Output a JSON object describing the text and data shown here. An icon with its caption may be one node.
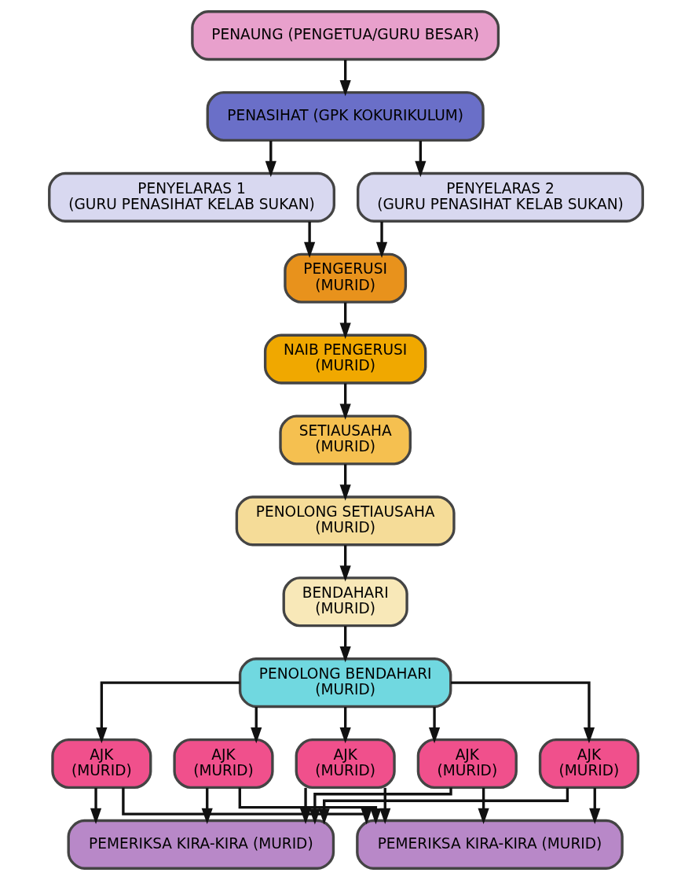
{
  "diagram": {
    "nodes": [
      {
        "text": [
          "PENAUNG (PENGETUA/GURU BESAR)"
        ]
      },
      {
        "text": [
          "PENASIHAT (GPK KOKURIKULUM)"
        ]
      },
      {
        "text": [
          "PENYELARAS 1",
          "(GURU PENASIHAT KELAB SUKAN)"
        ]
      },
      {
        "text": [
          "PENYELARAS 2",
          "(GURU PENASIHAT KELAB SUKAN)"
        ]
      },
      {
        "text": [
          "PENGERUSI",
          "(MURID)"
        ]
      },
      {
        "text": [
          "NAIB PENGERUSI",
          "(MURID)"
        ]
      },
      {
        "text": [
          "SETIAUSAHA",
          "(MURID)"
        ]
      },
      {
        "text": [
          "PENOLONG SETIAUSAHA",
          "(MURID)"
        ]
      },
      {
        "text": [
          "BENDAHARI",
          "(MURID)"
        ]
      },
      {
        "text": [
          "PENOLONG BENDAHARI",
          "(MURID)"
        ]
      },
      {
        "text": [
          "AJK",
          "(MURID)"
        ]
      },
      {
        "text": [
          "AJK",
          "(MURID)"
        ]
      },
      {
        "text": [
          "AJK",
          "(MURID)"
        ]
      },
      {
        "text": [
          "AJK",
          "(MURID)"
        ]
      },
      {
        "text": [
          "AJK",
          "(MURID)"
        ]
      },
      {
        "text": [
          "PEMERIKSA KIRA-KIRA (MURID)"
        ]
      },
      {
        "text": [
          "PEMERIKSA KIRA-KIRA (MURID)"
        ]
      }
    ],
    "edges": [
      {
        "from": 0,
        "to": 1,
        "arrow": "to"
      },
      {
        "from": 1,
        "to": 2,
        "arrow": "to"
      },
      {
        "from": 1,
        "to": 3,
        "arrow": "to"
      },
      {
        "from": 2,
        "to": 4,
        "arrow": "to"
      },
      {
        "from": 3,
        "to": 4,
        "arrow": "to"
      },
      {
        "from": 4,
        "to": 5,
        "arrow": "to"
      },
      {
        "from": 5,
        "to": 6,
        "arrow": "to"
      },
      {
        "from": 6,
        "to": 7,
        "arrow": "to"
      },
      {
        "from": 7,
        "to": 8,
        "arrow": "to"
      },
      {
        "from": 8,
        "to": 9,
        "arrow": "to"
      },
      {
        "from": 9,
        "to": 10,
        "arrow": "to"
      },
      {
        "from": 9,
        "to": 11,
        "arrow": "to"
      },
      {
        "from": 9,
        "to": 12,
        "arrow": "to"
      },
      {
        "from": 9,
        "to": 13,
        "arrow": "to"
      },
      {
        "from": 9,
        "to": 14,
        "arrow": "to"
      },
      {
        "from": 10,
        "to": 15,
        "arrow": "to"
      },
      {
        "from": 11,
        "to": 15,
        "arrow": "to"
      },
      {
        "from": 12,
        "to": 15,
        "arrow": "to"
      },
      {
        "from": 13,
        "to": 15,
        "arrow": "to"
      },
      {
        "from": 14,
        "to": 15,
        "arrow": "to"
      },
      {
        "from": 10,
        "to": 16,
        "arrow": "to"
      },
      {
        "from": 11,
        "to": 16,
        "arrow": "to"
      },
      {
        "from": 12,
        "to": 16,
        "arrow": "to"
      },
      {
        "from": 13,
        "to": 16,
        "arrow": "to"
      },
      {
        "from": 14,
        "to": 16,
        "arrow": "to"
      }
    ]
  }
}
